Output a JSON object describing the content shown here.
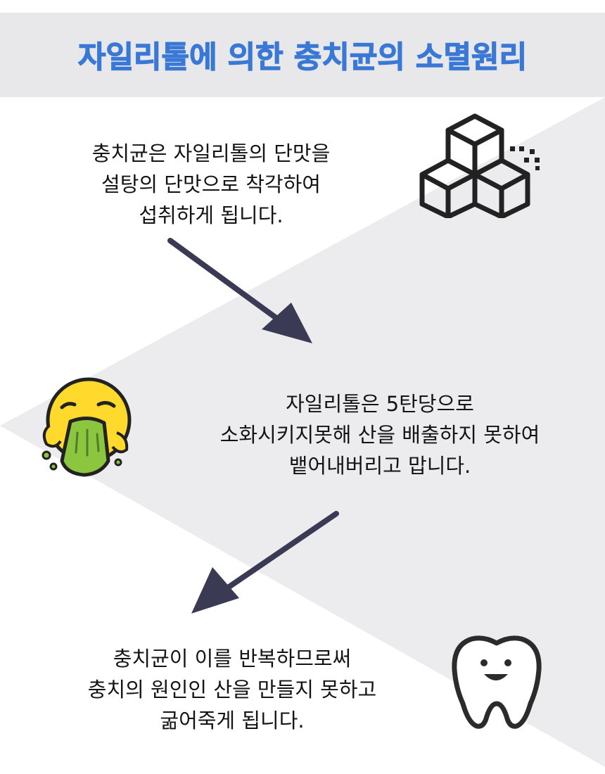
{
  "title": "자일리톨에 의한 충치균의 소멸원리",
  "steps": [
    {
      "lines": [
        "충치균은 자일리톨의 단맛을",
        "설탕의 단맛으로 착각하여",
        "섭취하게 됩니다."
      ]
    },
    {
      "lines": [
        "자일리톨은 5탄당으로",
        "소화시키지못해 산을 배출하지 못하여",
        "뱉어내버리고 맙니다."
      ]
    },
    {
      "lines": [
        "충치균이 이를 반복하므로써",
        "충치의 원인인 산을 만들지 못하고",
        "굶어죽게 됩니다."
      ]
    }
  ],
  "icons": {
    "step1": "sugar-cubes-icon",
    "step2": "vomiting-face-icon",
    "step3": "smiling-tooth-icon"
  },
  "colors": {
    "title": "#3a78d6",
    "header_bg": "#e8e8ea",
    "background_shape": "#ececee",
    "arrow": "#3b3a55",
    "text": "#141414"
  }
}
